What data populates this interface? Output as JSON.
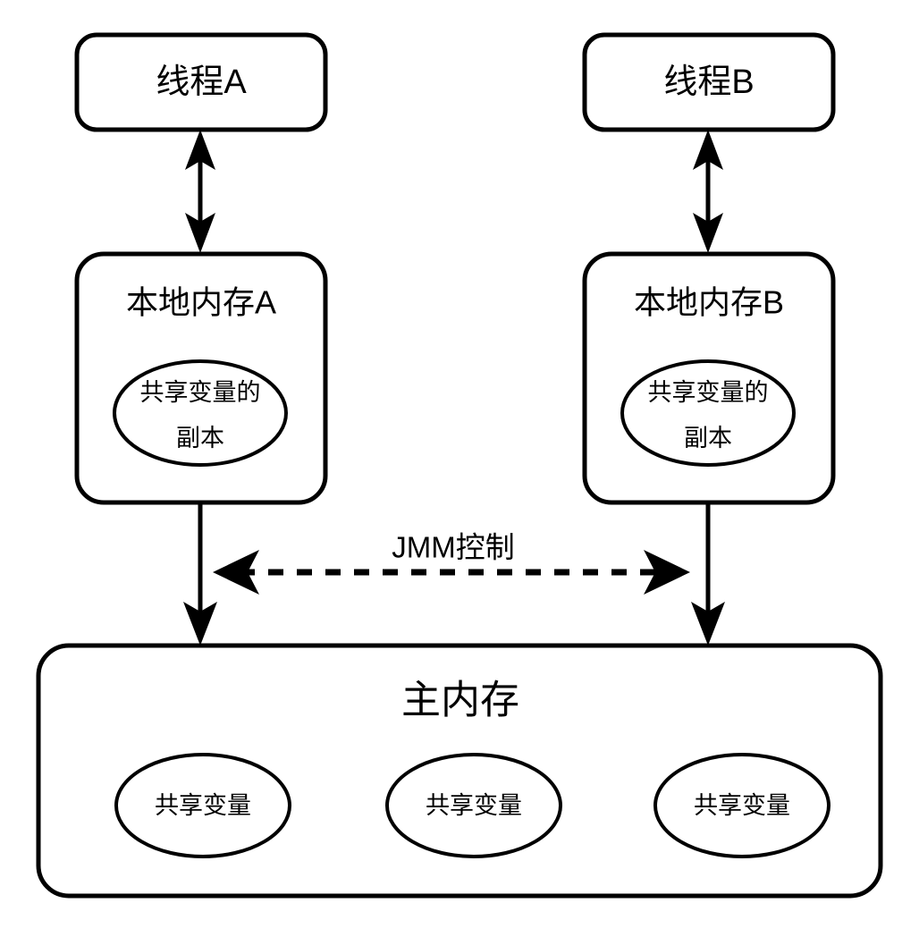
{
  "diagram": {
    "title_semantic": "java-memory-model-jmm",
    "colors": {
      "stroke": "#000000",
      "fill": "#ffffff",
      "background": "#ffffff"
    },
    "threads": [
      {
        "id": "thread-a",
        "label": "线程A"
      },
      {
        "id": "thread-b",
        "label": "线程B"
      }
    ],
    "local_memories": [
      {
        "id": "local-memory-a",
        "label": "本地内存A",
        "copy_label_line1": "共享变量的",
        "copy_label_line2": "副本"
      },
      {
        "id": "local-memory-b",
        "label": "本地内存B",
        "copy_label_line1": "共享变量的",
        "copy_label_line2": "副本"
      }
    ],
    "control": {
      "id": "jmm-control",
      "label": "JMM控制",
      "line_style": "dashed",
      "direction": "bidirectional"
    },
    "main_memory": {
      "id": "main-memory",
      "label": "主内存",
      "variables": [
        {
          "id": "shared-variable-1",
          "label": "共享变量"
        },
        {
          "id": "shared-variable-2",
          "label": "共享变量"
        },
        {
          "id": "shared-variable-3",
          "label": "共享变量"
        }
      ]
    },
    "connectors": [
      {
        "id": "thread-a-to-local-a",
        "direction": "bidirectional"
      },
      {
        "id": "thread-b-to-local-b",
        "direction": "bidirectional"
      },
      {
        "id": "local-a-to-main",
        "direction": "down"
      },
      {
        "id": "local-b-to-main",
        "direction": "down"
      }
    ]
  }
}
